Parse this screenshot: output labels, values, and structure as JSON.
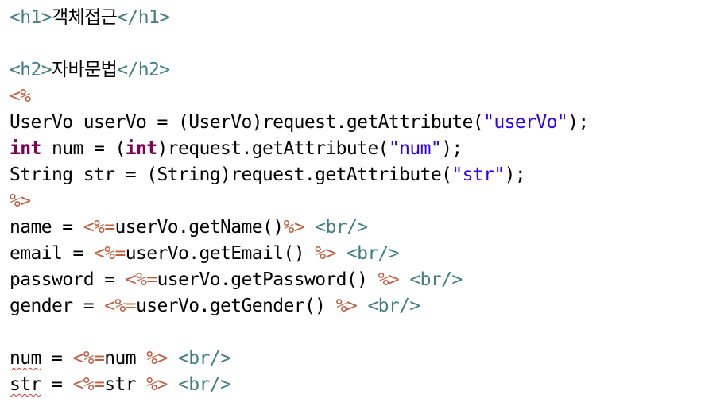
{
  "editor": {
    "colors": {
      "html_tag": "#3f7f7f",
      "jsp_delimiter": "#bf5f3f",
      "java_keyword": "#7f0055",
      "string_literal": "#2a00ff",
      "plain_text": "#000000",
      "warning_squiggle": "#d43a3a"
    },
    "lines": [
      [
        {
          "t": "tag",
          "s": "<h1>"
        },
        {
          "t": "plain",
          "s": "객체접근"
        },
        {
          "t": "tag",
          "s": "</h1>"
        }
      ],
      [],
      [
        {
          "t": "tag",
          "s": "<h2>"
        },
        {
          "t": "plain",
          "s": "자바문법"
        },
        {
          "t": "tag",
          "s": "</h2>"
        }
      ],
      [
        {
          "t": "scriptlet",
          "s": "<%"
        }
      ],
      [
        {
          "t": "plain",
          "s": "UserVo userVo = (UserVo)request.getAttribute("
        },
        {
          "t": "string",
          "s": "\"userVo\""
        },
        {
          "t": "plain",
          "s": ");"
        }
      ],
      [
        {
          "t": "keyword",
          "s": "int"
        },
        {
          "t": "plain",
          "s": " num = ("
        },
        {
          "t": "keyword",
          "s": "int"
        },
        {
          "t": "plain",
          "s": ")request.getAttribute("
        },
        {
          "t": "string",
          "s": "\"num\""
        },
        {
          "t": "plain",
          "s": ");"
        }
      ],
      [
        {
          "t": "plain",
          "s": "String str = (String)request.getAttribute("
        },
        {
          "t": "string",
          "s": "\"str\""
        },
        {
          "t": "plain",
          "s": ");"
        }
      ],
      [
        {
          "t": "scriptlet",
          "s": "%>"
        }
      ],
      [
        {
          "t": "plain",
          "s": "name = "
        },
        {
          "t": "scriptlet",
          "s": "<%="
        },
        {
          "t": "plain",
          "s": "userVo.getName()"
        },
        {
          "t": "scriptlet",
          "s": "%>"
        },
        {
          "t": "plain",
          "s": " "
        },
        {
          "t": "tag",
          "s": "<br/>"
        }
      ],
      [
        {
          "t": "plain",
          "s": "email = "
        },
        {
          "t": "scriptlet",
          "s": "<%="
        },
        {
          "t": "plain",
          "s": "userVo.getEmail() "
        },
        {
          "t": "scriptlet",
          "s": "%>"
        },
        {
          "t": "plain",
          "s": " "
        },
        {
          "t": "tag",
          "s": "<br/>"
        }
      ],
      [
        {
          "t": "plain",
          "s": "password = "
        },
        {
          "t": "scriptlet",
          "s": "<%="
        },
        {
          "t": "plain",
          "s": "userVo.getPassword() "
        },
        {
          "t": "scriptlet",
          "s": "%>"
        },
        {
          "t": "plain",
          "s": " "
        },
        {
          "t": "tag",
          "s": "<br/>"
        }
      ],
      [
        {
          "t": "plain",
          "s": "gender = "
        },
        {
          "t": "scriptlet",
          "s": "<%="
        },
        {
          "t": "plain",
          "s": "userVo.getGender() "
        },
        {
          "t": "scriptlet",
          "s": "%>"
        },
        {
          "t": "plain",
          "s": " "
        },
        {
          "t": "tag",
          "s": "<br/>"
        }
      ],
      [],
      [
        {
          "t": "plain",
          "s": "num",
          "squiggle": true
        },
        {
          "t": "plain",
          "s": " = "
        },
        {
          "t": "scriptlet",
          "s": "<%="
        },
        {
          "t": "plain",
          "s": "num "
        },
        {
          "t": "scriptlet",
          "s": "%>"
        },
        {
          "t": "plain",
          "s": " "
        },
        {
          "t": "tag",
          "s": "<br/>"
        }
      ],
      [
        {
          "t": "plain",
          "s": "str",
          "squiggle": true
        },
        {
          "t": "plain",
          "s": " = "
        },
        {
          "t": "scriptlet",
          "s": "<%="
        },
        {
          "t": "plain",
          "s": "str "
        },
        {
          "t": "scriptlet",
          "s": "%>"
        },
        {
          "t": "plain",
          "s": " "
        },
        {
          "t": "tag",
          "s": "<br/>"
        }
      ]
    ]
  }
}
